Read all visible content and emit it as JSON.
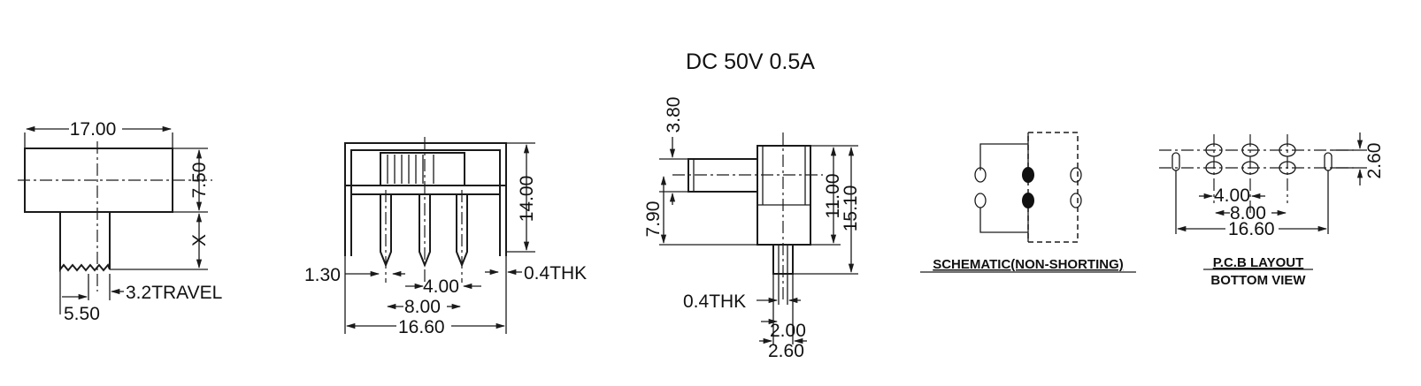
{
  "rating": "DC  50V  0.5A",
  "front_view": {
    "width": "17.00",
    "height": "7.50",
    "x_label": "X",
    "knob": "5.50",
    "travel": "3.2TRAVEL"
  },
  "side_view": {
    "height": "14.00",
    "pin_width": "1.30",
    "thickness": "0.4THK",
    "pitch": "4.00",
    "span": "8.00",
    "overall": "16.60"
  },
  "end_view": {
    "knob_length": "3.80",
    "knob_offset": "7.90",
    "body_height": "11.00",
    "overall_height": "15.10",
    "thickness": "0.4THK",
    "pin_width": "2.00",
    "total_width": "2.60"
  },
  "schematic": {
    "caption": "SCHEMATIC(NON-SHORTING)"
  },
  "pcb": {
    "caption_line1": "P.C.B LAYOUT",
    "caption_line2": "BOTTOM VIEW",
    "hole_gap": "2.60",
    "pitch": "4.00",
    "span": "8.00",
    "overall": "16.60"
  }
}
